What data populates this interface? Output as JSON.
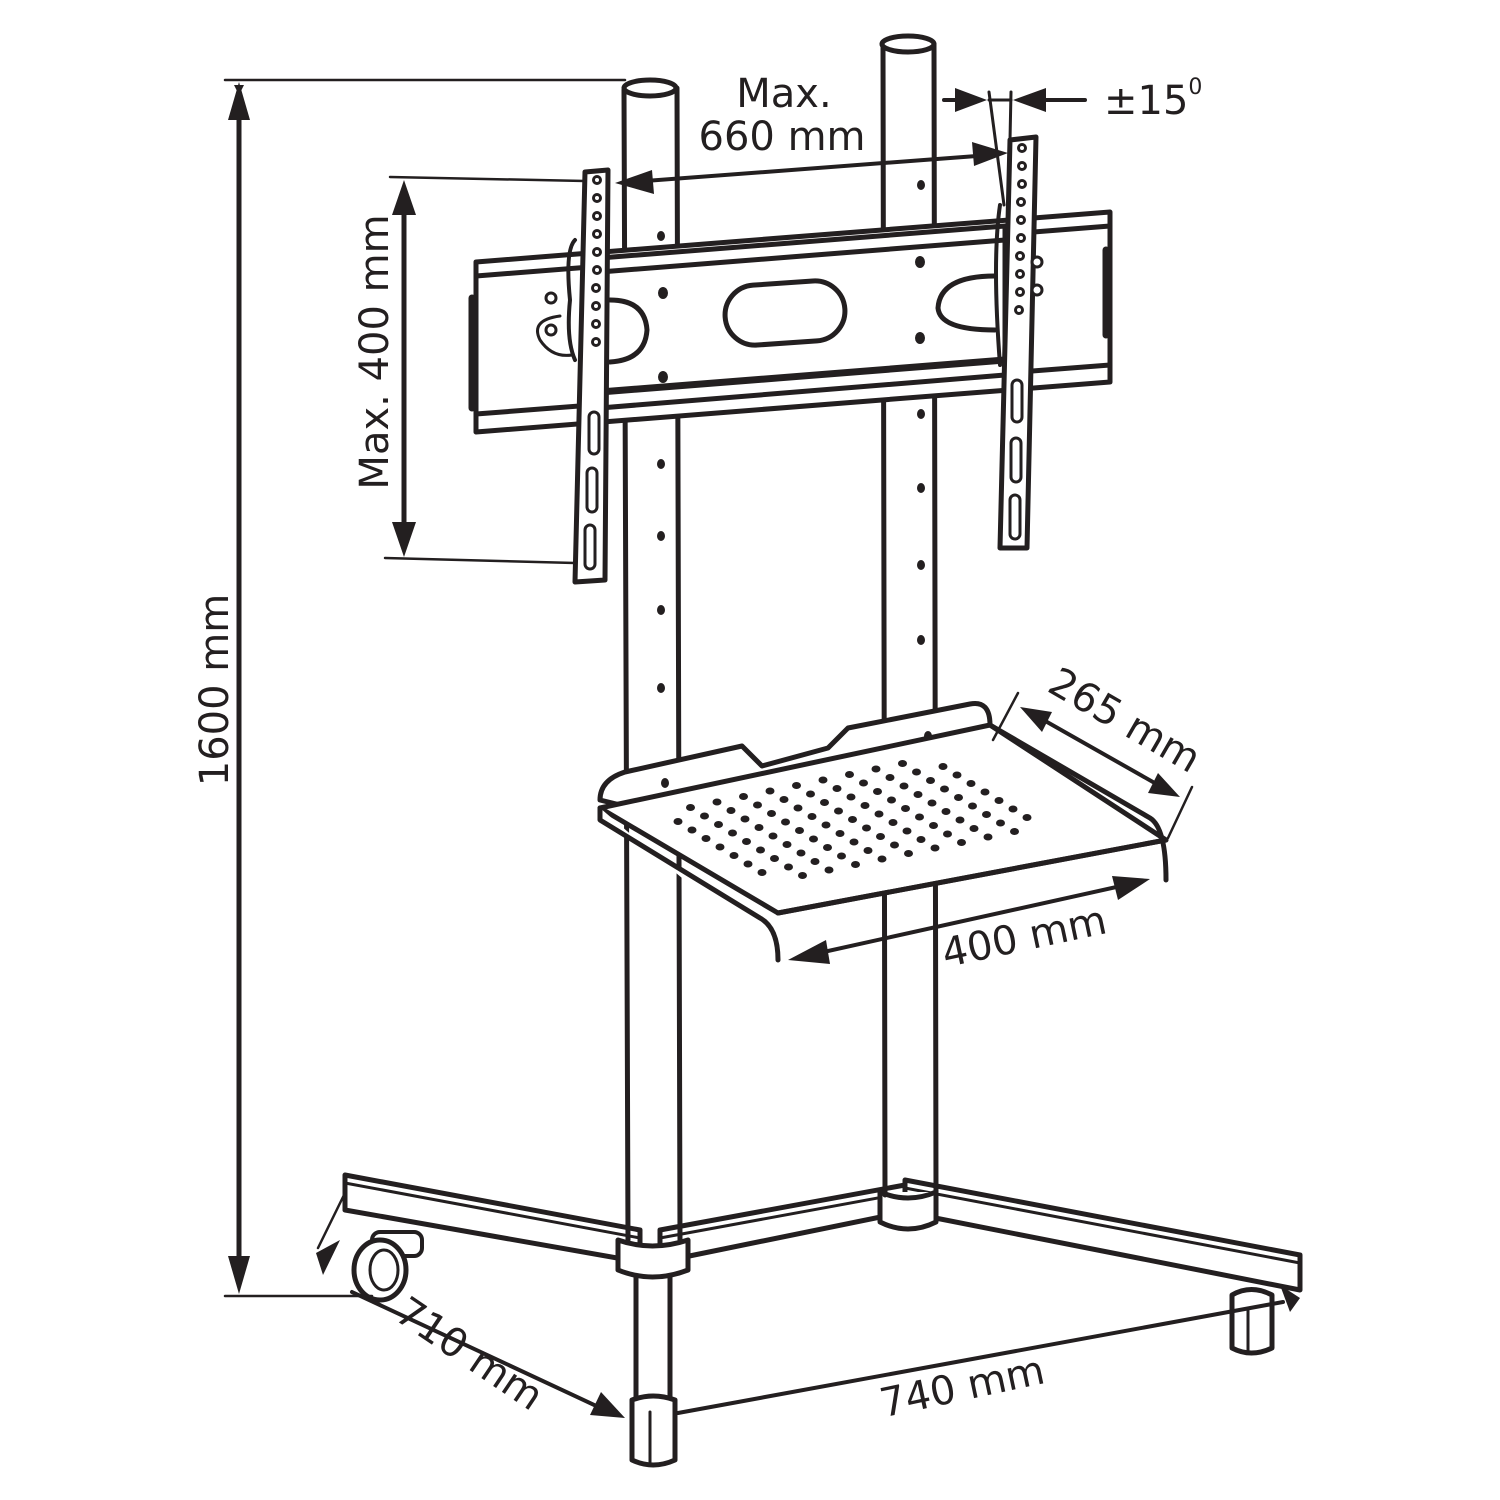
{
  "diagram": {
    "subject": "Mobile TV stand with tilting VESA mount, shelf and castor base",
    "colors": {
      "line": "#231f20",
      "background": "#ffffff"
    },
    "dimensions": {
      "total_height": {
        "label": "1600 mm",
        "value": 1600,
        "unit": "mm"
      },
      "vesa_width": {
        "prefix": "Max.",
        "label": "660 mm",
        "value": 660,
        "unit": "mm"
      },
      "vesa_height": {
        "label": "Max. 400 mm",
        "value": 400,
        "unit": "mm"
      },
      "tilt": {
        "label": "±15",
        "unit_sup": "0",
        "value": 15,
        "unit": "degrees"
      },
      "shelf_depth": {
        "label": "265 mm",
        "value": 265,
        "unit": "mm"
      },
      "shelf_width": {
        "label": "400 mm",
        "value": 400,
        "unit": "mm"
      },
      "base_depth": {
        "label": "710 mm",
        "value": 710,
        "unit": "mm"
      },
      "base_width": {
        "label": "740 mm",
        "value": 740,
        "unit": "mm"
      }
    },
    "parts": [
      "left-pole",
      "right-pole",
      "mounting-plate",
      "vesa-bracket-left",
      "vesa-bracket-right",
      "shelf",
      "base-frame",
      "castor-wheels"
    ]
  }
}
